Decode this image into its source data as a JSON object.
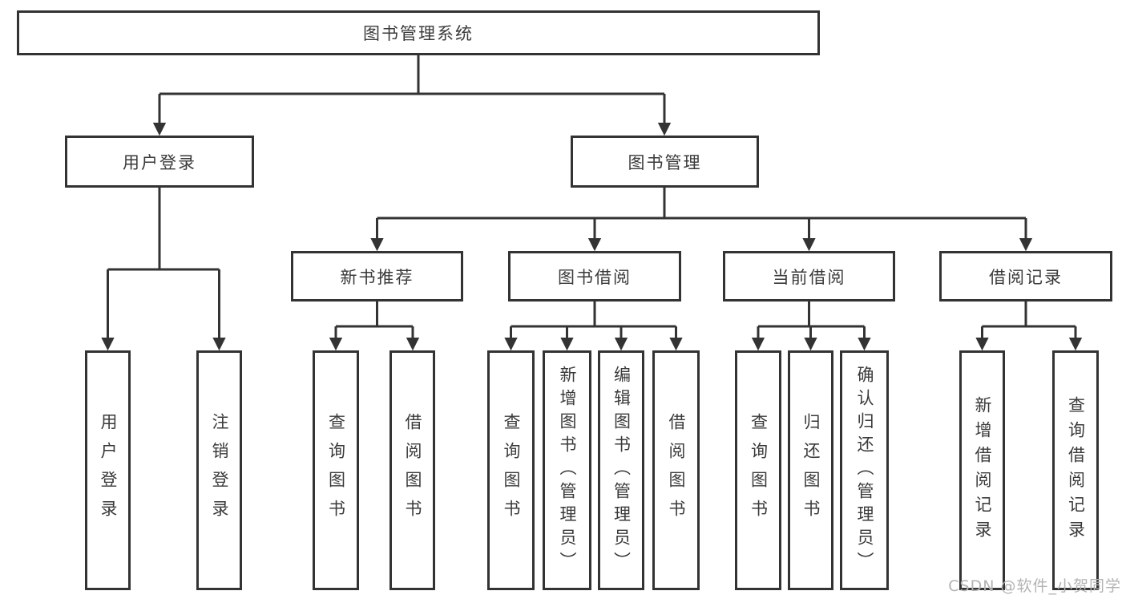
{
  "diagram": {
    "type": "tree",
    "title": "图书管理系统",
    "hierarchy": {
      "root": "图书管理系统",
      "children": [
        {
          "label": "用户登录",
          "children": [
            "用户登录",
            "注销登录"
          ]
        },
        {
          "label": "图书管理",
          "children": [
            {
              "label": "新书推荐",
              "children": [
                "查询图书",
                "借阅图书"
              ]
            },
            {
              "label": "图书借阅",
              "children": [
                "查询图书",
                "新增图书（管理员）",
                "编辑图书（管理员）",
                "借阅图书"
              ]
            },
            {
              "label": "当前借阅",
              "children": [
                "查询图书",
                "归还图书",
                "确认归还（管理员）"
              ]
            },
            {
              "label": "借阅记录",
              "children": [
                "新增借阅记录",
                "查询借阅记录"
              ]
            }
          ]
        }
      ]
    }
  },
  "nodes": {
    "root": "图书管理系统",
    "user_login": "用户登录",
    "book_mgmt": "图书管理",
    "new_book_rec": "新书推荐",
    "book_borrow": "图书借阅",
    "current_borrow": "当前借阅",
    "borrow_records": "借阅记录",
    "leaf_user_login": "用户登录",
    "leaf_logout": "注销登录",
    "leaf_query_book_1": "查询图书",
    "leaf_borrow_book_1": "借阅图书",
    "leaf_query_book_2": "查询图书",
    "leaf_add_book": "新增图书（管理员）",
    "leaf_edit_book": "编辑图书（管理员）",
    "leaf_borrow_book_2": "借阅图书",
    "leaf_query_book_3": "查询图书",
    "leaf_return_book": "归还图书",
    "leaf_confirm_return": "确认归还（管理员）",
    "leaf_add_record": "新增借阅记录",
    "leaf_query_record": "查询借阅记录"
  },
  "watermark": "CSDN @软件_小贺同学",
  "colors": {
    "line": "#333333",
    "box_border": "#333333",
    "text": "#3a3a3a",
    "watermark": "#b3b3b3",
    "background": "#ffffff"
  }
}
